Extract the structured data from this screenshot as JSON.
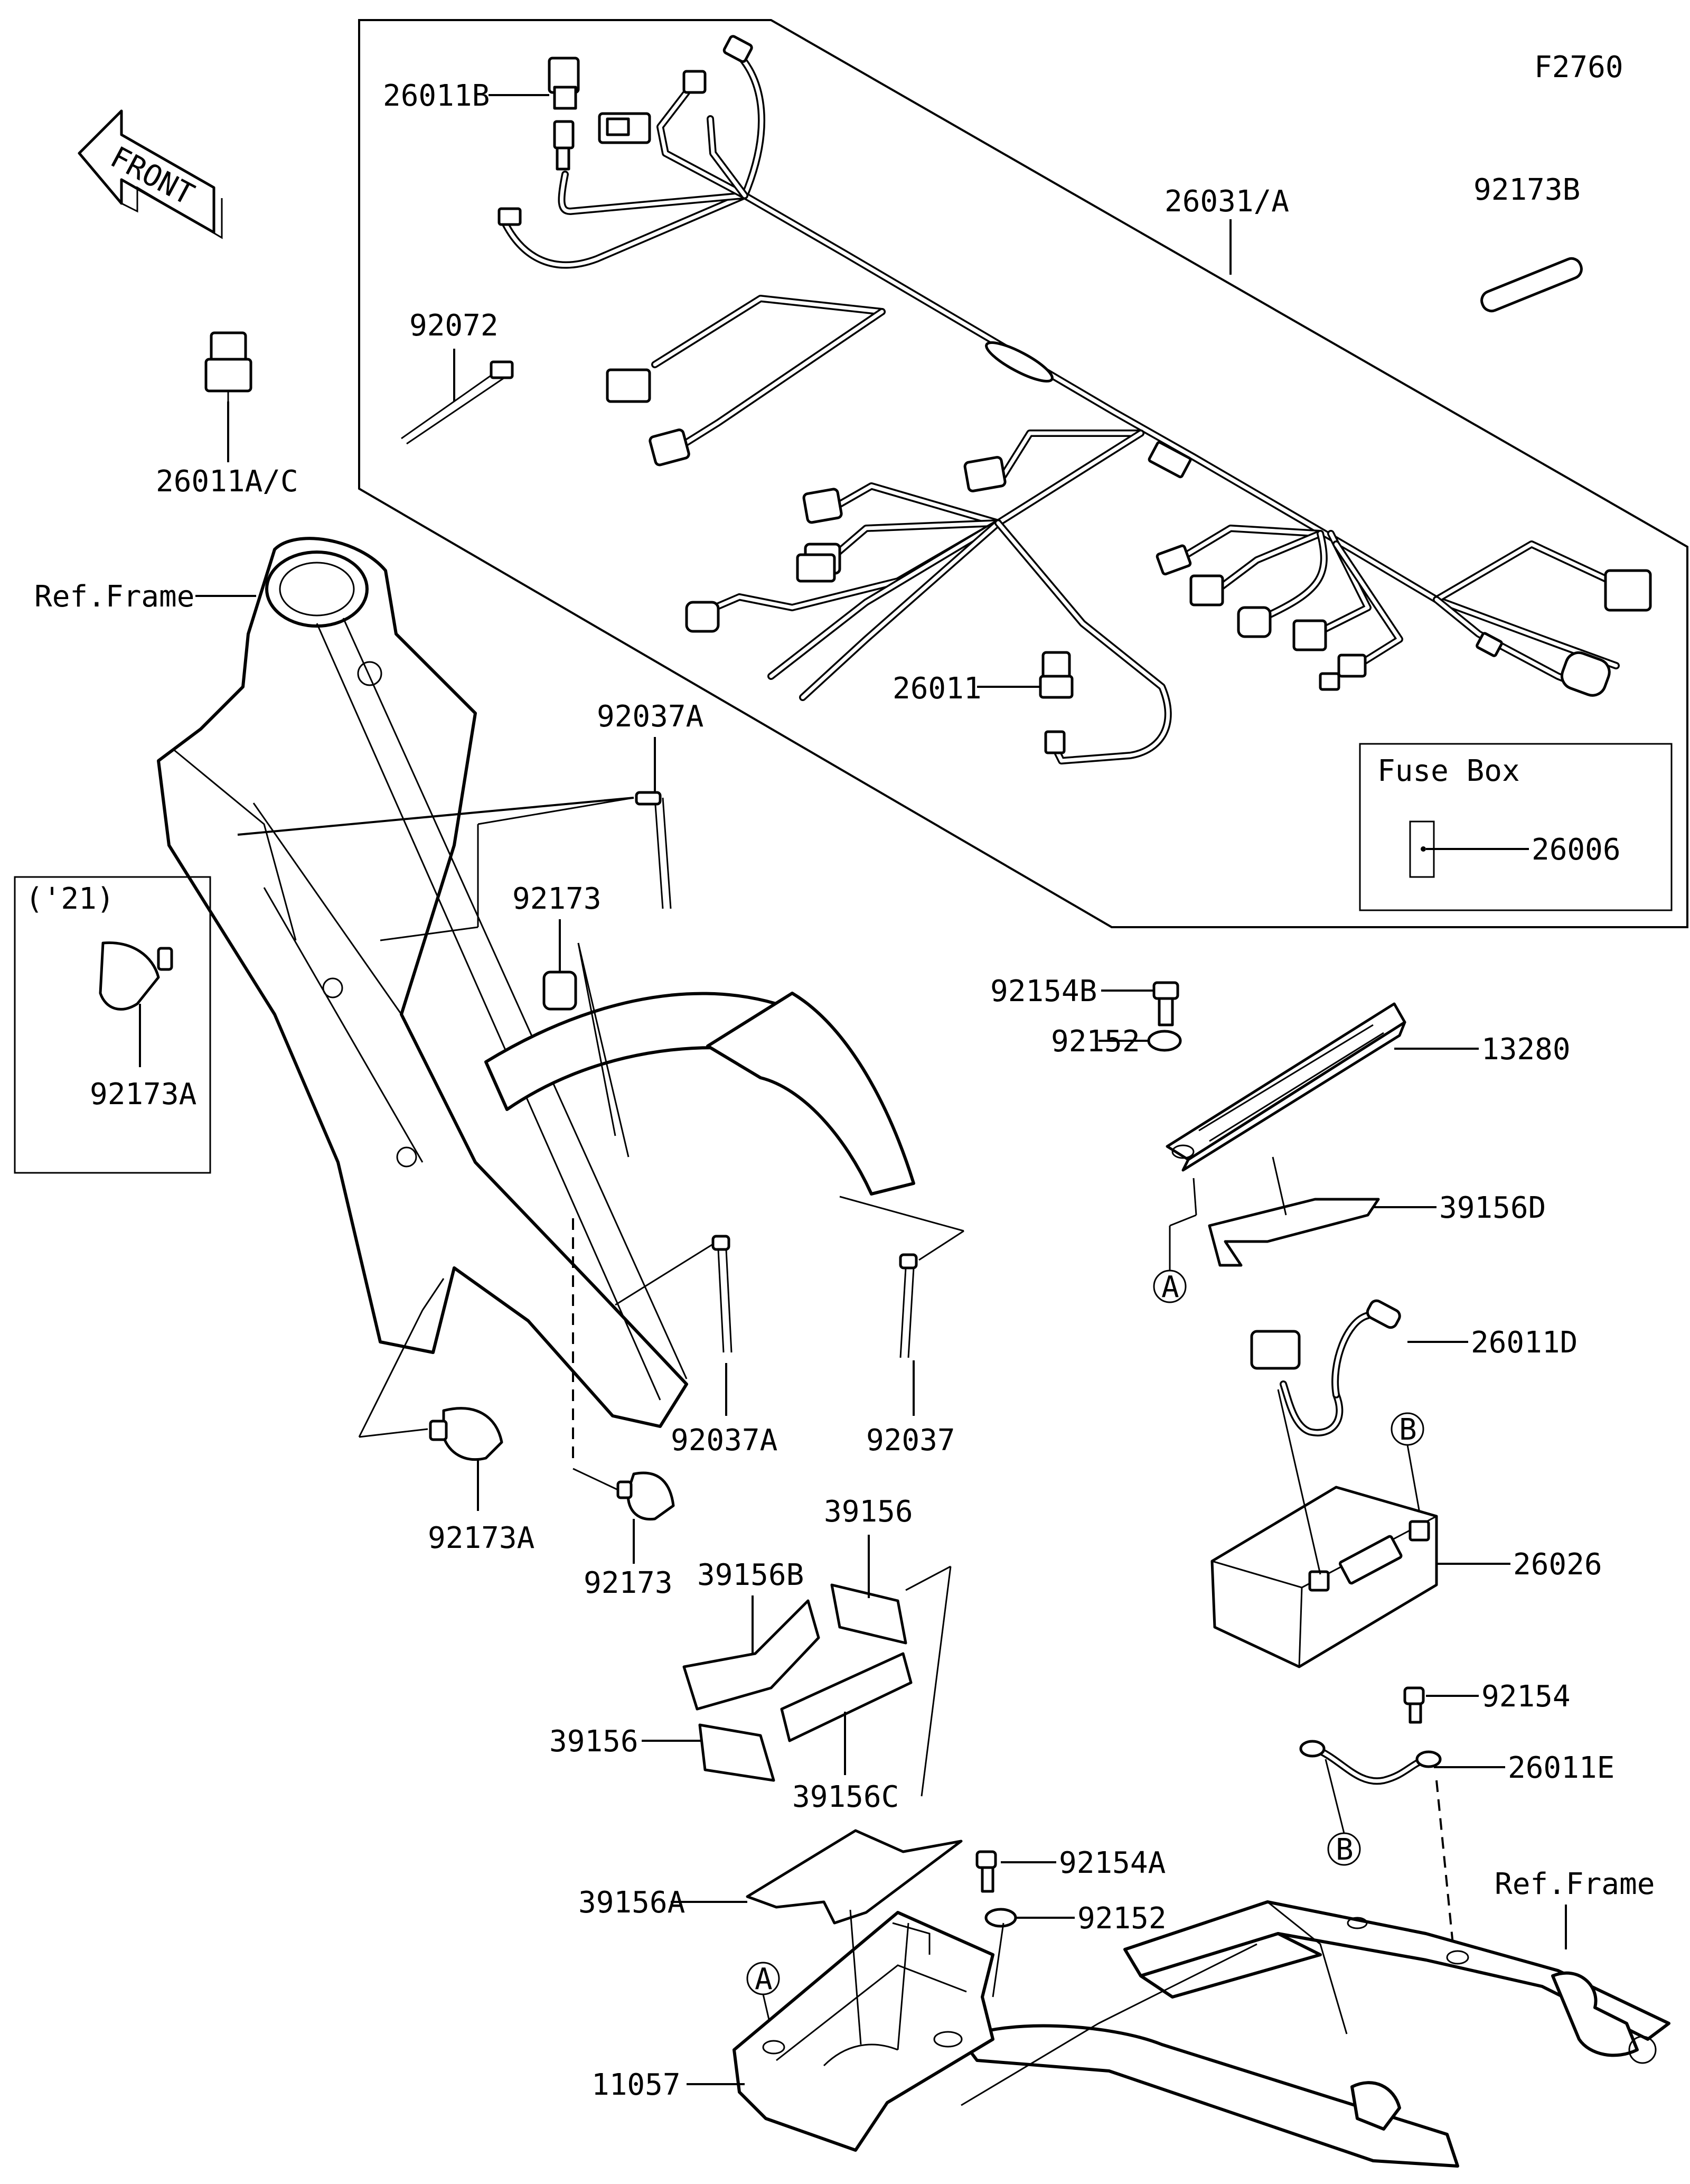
{
  "diagram_code": "F2760",
  "front_label": "FRONT",
  "frame_labels": {
    "ref_frame_left": "Ref.Frame",
    "ref_frame_right": "Ref.Frame"
  },
  "year_note": "('21)",
  "fuse_box": {
    "title": "Fuse Box",
    "part": "26006"
  },
  "callouts": {
    "a_top": "A",
    "a_bottom": "A",
    "b_top": "B",
    "b_bottom": "B"
  },
  "parts": {
    "p26011B": "26011B",
    "p26031A": "26031/A",
    "p92173B": "92173B",
    "p92072": "92072",
    "p26011AC": "26011A/C",
    "p26011": "26011",
    "p92037A_top": "92037A",
    "p92173_top": "92173",
    "p92173A_box": "92173A",
    "p92154B": "92154B",
    "p92152_top": "92152",
    "p13280": "13280",
    "p39156D": "39156D",
    "p26011D": "26011D",
    "p26026": "26026",
    "p92037A_bottom": "92037A",
    "p92037": "92037",
    "p92173A_bottom": "92173A",
    "p92173_bottom": "92173",
    "p39156_top": "39156",
    "p39156B": "39156B",
    "p39156_left": "39156",
    "p39156C": "39156C",
    "p92154": "92154",
    "p26011E": "26011E",
    "p92154A": "92154A",
    "p39156A": "39156A",
    "p92152_bottom": "92152",
    "p11057": "11057"
  }
}
